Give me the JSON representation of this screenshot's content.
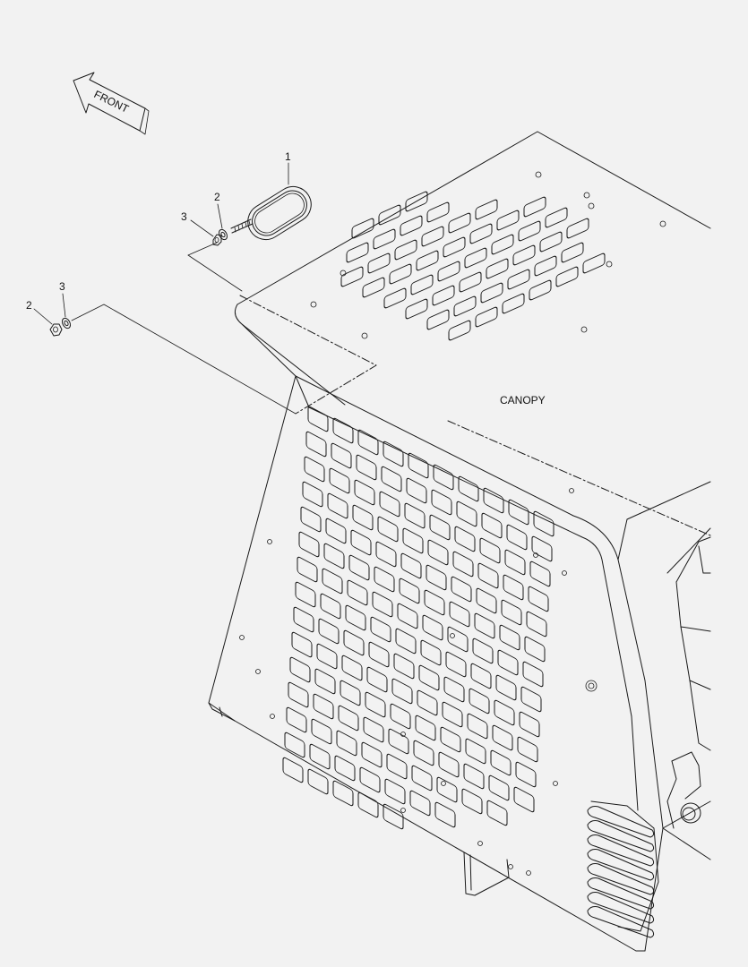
{
  "labels": {
    "front": "FRONT",
    "canopy": "CANOPY"
  },
  "callouts": [
    "1",
    "2",
    "3",
    "2",
    "3"
  ]
}
